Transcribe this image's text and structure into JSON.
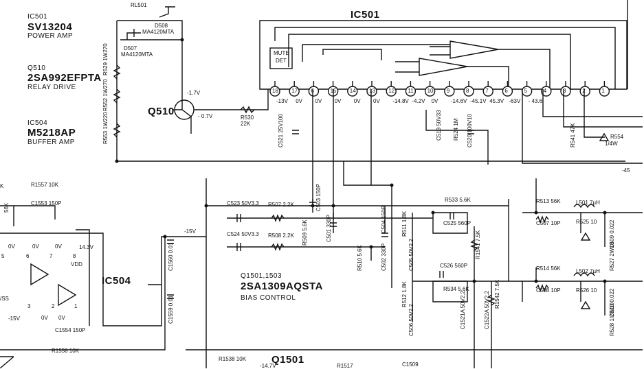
{
  "legend": {
    "ic501_ref": "IC501",
    "ic501_part": "SV13204",
    "ic501_desc": "POWER AMP",
    "q510_ref": "Q510",
    "q510_part": "2SA992EFPTA",
    "q510_desc": "RELAY DRIVE",
    "ic504_ref": "IC504",
    "ic504_part": "M5218AP",
    "ic504_desc": "BUFFER AMP"
  },
  "ic501_title": "IC501",
  "mute": [
    "MUTE",
    "DET"
  ],
  "relay": {
    "rl": "RL501",
    "d508": "D508",
    "d508_part": "MA4120MTA",
    "d507": "D507",
    "d507_part": "MA4120MTA"
  },
  "q510": {
    "label": "Q510",
    "v1": "-1.7V",
    "v2": "- 0.7V",
    "r530": "R530",
    "r530_val": "22K"
  },
  "left_res": [
    "R529 1W270",
    "R552 1W270",
    "R553 1W220"
  ],
  "pins": [
    "18",
    "17",
    "6",
    "15",
    "14",
    "13",
    "12",
    "11",
    "10",
    "9",
    "8",
    "7",
    "6",
    "5",
    "4",
    "3",
    "2",
    "1"
  ],
  "pin_volts": [
    "-13V",
    "0V",
    "0V",
    "0V",
    "0V",
    "0V",
    "-14.8V",
    "-4.2V",
    "0V",
    "-14.6V",
    "-45.1V",
    "45.3V",
    "-63V",
    "- 43.6"
  ],
  "ic501_parts": [
    "C521 25V100",
    "C519 50V33",
    "R524 1M",
    "C520 100V10",
    "R541 47K",
    "R554",
    "1/4W",
    "-45"
  ],
  "q1501": {
    "ref": "Q1501,1503",
    "part": "2SA1309AQSTA",
    "desc": "BIAS  CONTROL",
    "bottom": "Q1501"
  },
  "ic504": {
    "label": "IC504",
    "neg15": "-15V",
    "v143": "14.3V",
    "vdd": "VDD",
    "vss": "/SS",
    "pins": [
      "5",
      "6",
      "7",
      "8",
      "3",
      "2",
      "1"
    ],
    "zero": "0V"
  },
  "caps_mid": [
    "C523 50V3.3",
    "R507 2.2K",
    "C524 50V3.3",
    "R508 2.2K",
    "C503 150P",
    "R509 5.6K",
    "C501 330P",
    "C504 150P",
    "C502 330P",
    "R510 5.6K",
    "R511 1.8K",
    "C505 50V2.2",
    "R512 1.8K",
    "C506 50V2.2",
    "C1521A 50V2.2",
    "C1522A 50V2.2",
    "R1541 7.5K",
    "R1542 7.5K"
  ],
  "fb": [
    "R533 5.6K",
    "C525 560P",
    "C526 560P",
    "R534 5.6K"
  ],
  "right": [
    "R513 56K",
    "C507 10P",
    "L501 7µH",
    "R525 10",
    "R514 56K",
    "C508 10P",
    "L502 7µH",
    "R526 10",
    "C509 0.022",
    "C510 0.022",
    "R527 2W10",
    "R528 1/2W10"
  ],
  "misc": [
    "R1557 10K",
    "C1553 150P",
    "C1554 150P",
    "R1558 10K",
    "C1560 0.01",
    "C1559 0.01",
    "R1538 10K",
    "-14.7V",
    "R1517",
    "C1509",
    "-15V",
    "56K",
    "K",
    "0V"
  ]
}
